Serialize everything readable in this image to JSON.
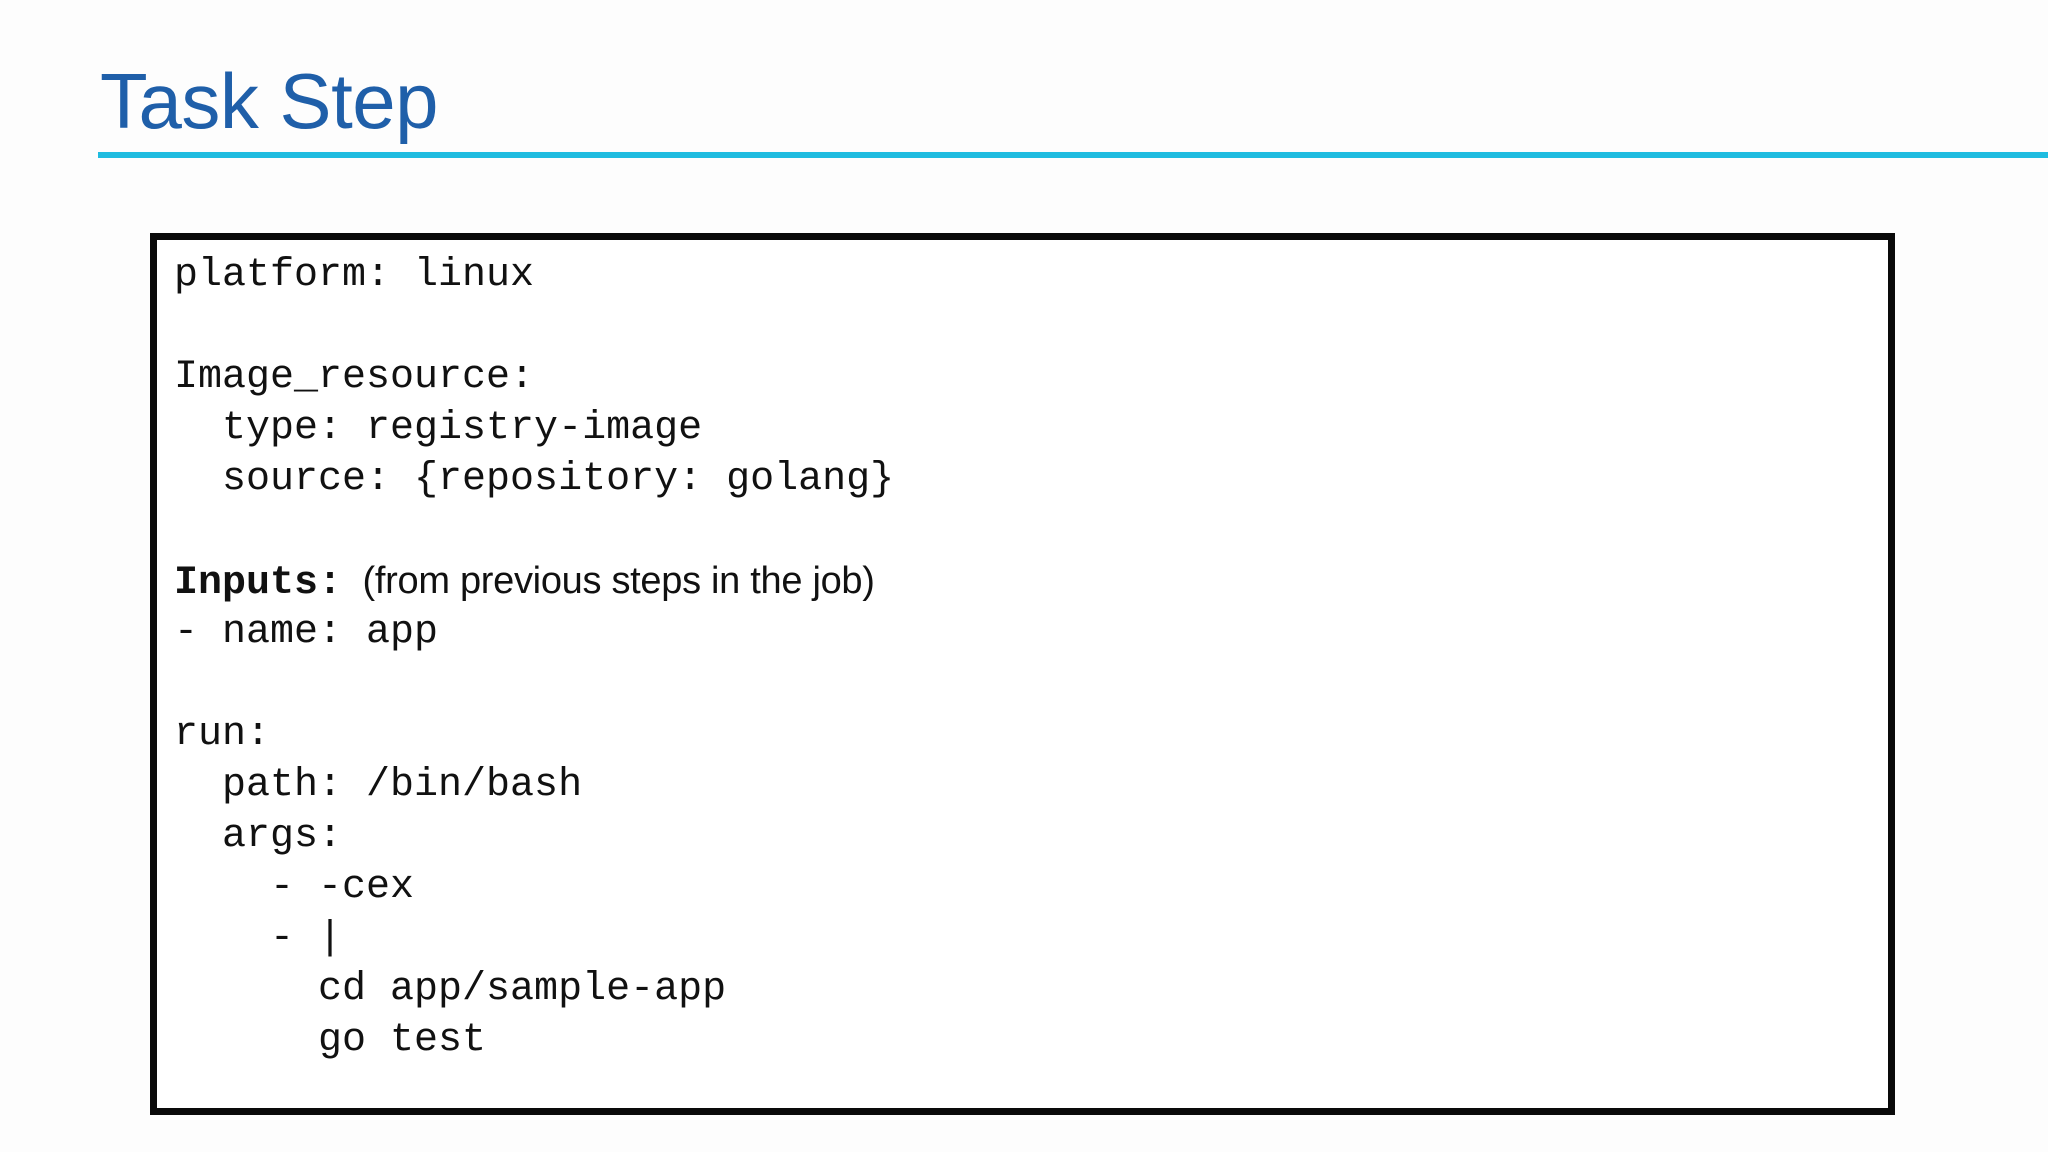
{
  "slide": {
    "title": "Task Step",
    "title_color": "#1F5FA9",
    "rule_color": "#1FBCE0",
    "background_color": "#FDFDFD"
  },
  "code_box": {
    "border_color": "#0A0A0A",
    "background_color": "#FFFFFF",
    "language": "yaml",
    "lines": [
      {
        "text": "platform: linux",
        "style": "mono"
      },
      {
        "text": "",
        "style": "blank"
      },
      {
        "text": "Image_resource:",
        "style": "mono"
      },
      {
        "text": "  type: registry-image",
        "style": "mono"
      },
      {
        "text": "  source: {repository: golang}",
        "style": "mono"
      },
      {
        "text": "",
        "style": "blank"
      },
      {
        "text": "Inputs:",
        "style": "mono-bold",
        "annotation": "(from previous steps in the job)"
      },
      {
        "text": "- name: app",
        "style": "mono"
      },
      {
        "text": "",
        "style": "blank"
      },
      {
        "text": "run:",
        "style": "mono"
      },
      {
        "text": "  path: /bin/bash",
        "style": "mono"
      },
      {
        "text": "  args:",
        "style": "mono"
      },
      {
        "text": "    - -cex",
        "style": "mono"
      },
      {
        "text": "    - |",
        "style": "mono"
      },
      {
        "text": "      cd app/sample-app",
        "style": "mono"
      },
      {
        "text": "      go test",
        "style": "mono"
      }
    ]
  }
}
